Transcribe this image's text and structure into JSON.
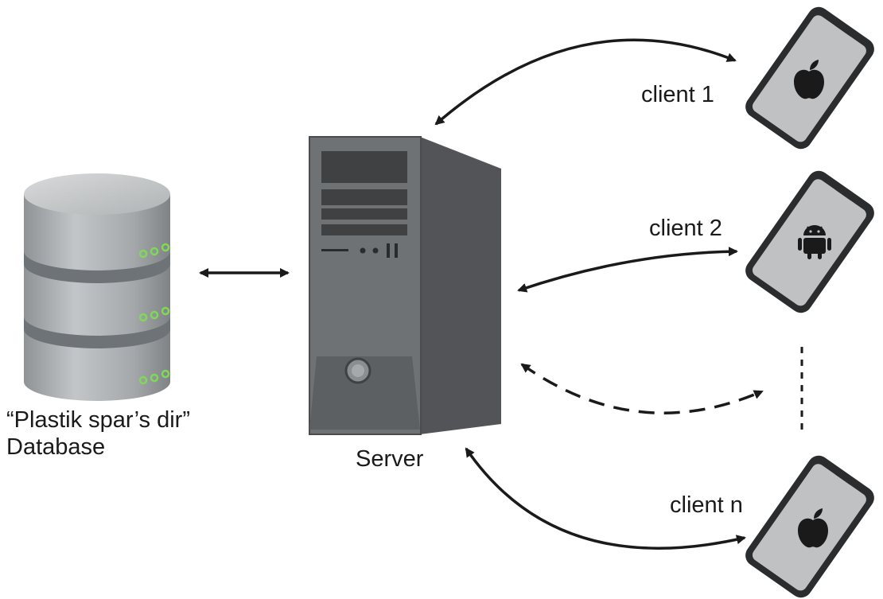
{
  "labels": {
    "database_line1": "“Plastik spar’s dir”",
    "database_line2": "Database",
    "server": "Server",
    "client1": "client 1",
    "client2": "client 2",
    "clientn": "client n"
  },
  "icons": {
    "client1_os": "apple-logo-icon",
    "client2_os": "android-logo-icon",
    "clientn_os": "apple-logo-icon"
  },
  "colors": {
    "ink": "#1a1a1a",
    "db_body": "#a9adb0",
    "db_band": "#6e7377",
    "db_led": "#7ed957",
    "server_front": "#6f7275",
    "server_side": "#525457",
    "phone_body": "#2b2c2e",
    "phone_screen": "#bfc1c3"
  }
}
